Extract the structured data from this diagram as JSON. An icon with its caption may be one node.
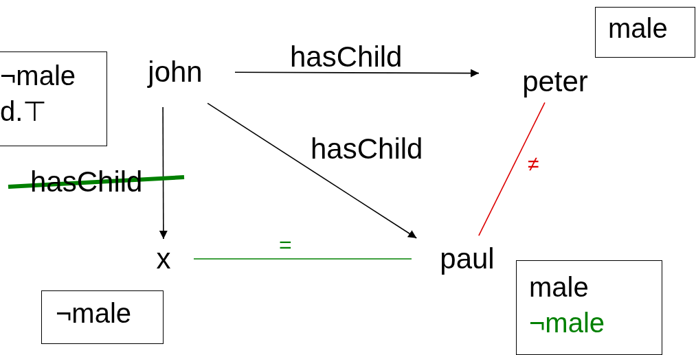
{
  "diagram": {
    "nodes": [
      {
        "text": [
          "john"
        ]
      },
      {
        "text": [
          "peter"
        ]
      },
      {
        "text": [
          "x"
        ]
      },
      {
        "text": [
          "paul"
        ]
      },
      {
        "text": [
          "male"
        ]
      },
      {
        "text": [
          "¬male",
          "d.⊤"
        ]
      },
      {
        "text": [
          "¬male"
        ]
      },
      {
        "text": [
          "male",
          "¬male"
        ]
      }
    ],
    "edges": [
      {
        "from": 0,
        "to": 1,
        "arrow": "to",
        "label": "hasChild"
      },
      {
        "from": 0,
        "to": 3,
        "arrow": "to",
        "label": "hasChild"
      },
      {
        "from": 0,
        "to": 2,
        "arrow": "to",
        "label": "hasChild"
      },
      {
        "from": 2,
        "to": 3,
        "arrow": "none",
        "label": "=",
        "color": "#008000"
      },
      {
        "from": 1,
        "to": 3,
        "arrow": "none",
        "label": "≠",
        "color": "#dd0000"
      }
    ]
  }
}
